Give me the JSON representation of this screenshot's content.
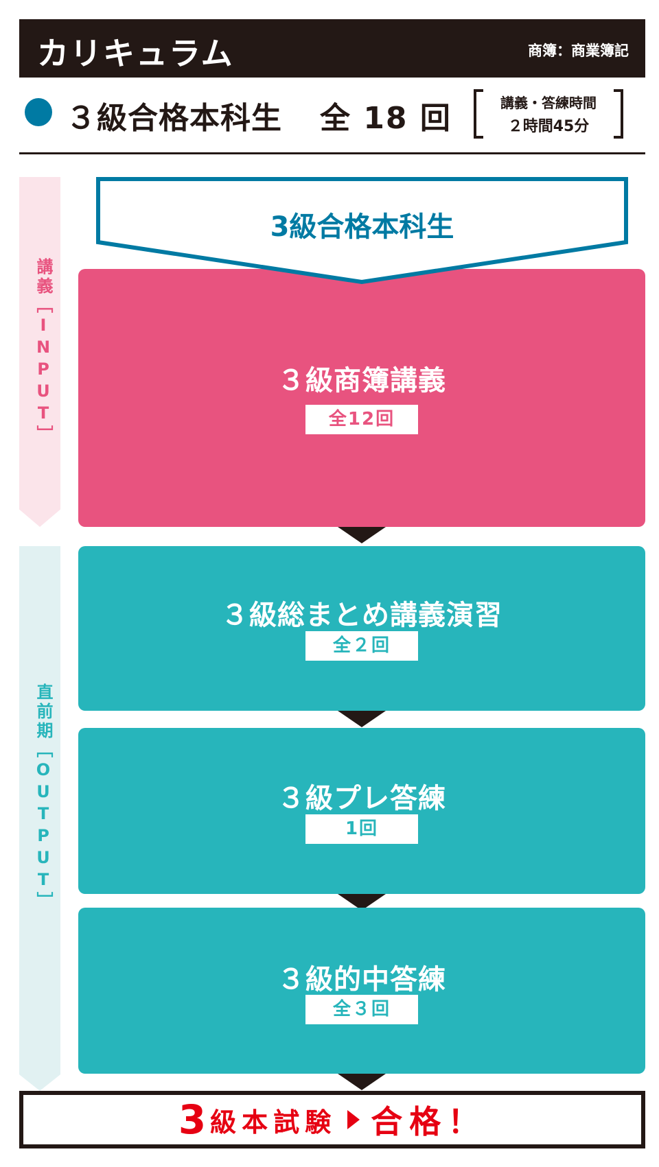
{
  "header": {
    "title": "カリキュラム",
    "note": "商簿：商業簿記"
  },
  "course": {
    "name": "３級合格本科生",
    "total": "全 18 回",
    "time_label": "講義・答練時間",
    "time_value": "２時間45分"
  },
  "phases": {
    "input": "講義［INPUT］",
    "output": "直前期［OUTPUT］"
  },
  "flow": {
    "start": "3級合格本科生",
    "steps": [
      {
        "title": "３級商簿講義",
        "count": "全12回",
        "color": "#e8537f"
      },
      {
        "title": "３級総まとめ講義演習",
        "count": "全２回",
        "color": "#27b5bb"
      },
      {
        "title": "３級プレ答練",
        "count": "1回",
        "color": "#27b5bb"
      },
      {
        "title": "３級的中答練",
        "count": "全３回",
        "color": "#27b5bb"
      }
    ],
    "goal": {
      "num": "3",
      "exam": "級本試験",
      "result": "合格！"
    }
  },
  "colors": {
    "accent_blue": "#007aa3",
    "pink": "#e8537f",
    "teal": "#27b5bb",
    "red": "#e60012",
    "dark": "#231815"
  }
}
